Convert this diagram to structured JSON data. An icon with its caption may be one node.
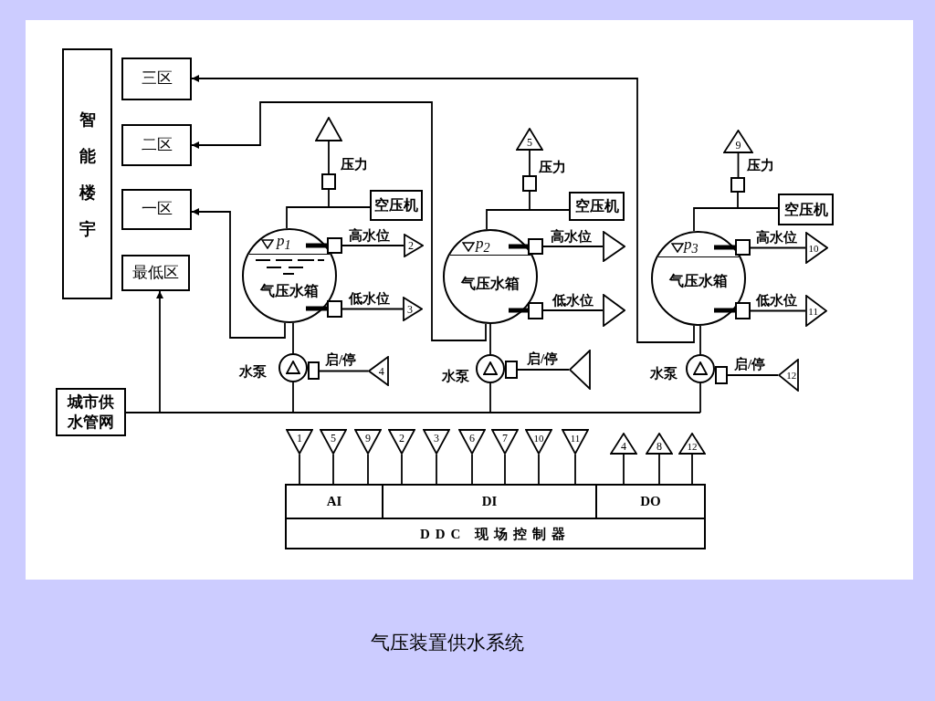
{
  "diagram": {
    "caption": "气压装置供水系统",
    "nodes": [
      {
        "text": [
          "智能楼宇"
        ]
      },
      {
        "text": [
          "三区"
        ]
      },
      {
        "text": [
          "二区"
        ]
      },
      {
        "text": [
          "一区"
        ]
      },
      {
        "text": [
          "最低区"
        ]
      },
      {
        "text": [
          "城市供水管网"
        ]
      },
      {
        "text": [],
        "shape": "triangle"
      },
      {
        "text": [],
        "shape": "box"
      },
      {
        "text": [
          "空压机"
        ]
      },
      {
        "text": [
          "p$_{1}$",
          "气压水箱"
        ]
      },
      {
        "text": [],
        "shape": "box"
      },
      {
        "text": [
          "2"
        ]
      },
      {
        "text": [],
        "shape": "box"
      },
      {
        "text": [
          "3"
        ]
      },
      {
        "text": [],
        "shape": "circle",
        "beside": [
          "水泵"
        ]
      },
      {
        "text": [],
        "shape": "box"
      },
      {
        "text": [
          "4"
        ]
      },
      {
        "text": [
          "5"
        ]
      },
      {
        "text": [],
        "shape": "box"
      },
      {
        "text": [
          "空压机"
        ]
      },
      {
        "text": [
          "p$_{2}$",
          "气压水箱"
        ]
      },
      {
        "text": [],
        "shape": "box"
      },
      {
        "text": [],
        "shape": "triangle"
      },
      {
        "text": [],
        "shape": "box"
      },
      {
        "text": [],
        "shape": "triangle"
      },
      {
        "text": [],
        "shape": "circle",
        "beside": [
          "水泵"
        ]
      },
      {
        "text": [],
        "shape": "box"
      },
      {
        "text": [],
        "shape": "triangle"
      },
      {
        "text": [
          "9"
        ]
      },
      {
        "text": [],
        "shape": "box"
      },
      {
        "text": [
          "空压机"
        ]
      },
      {
        "text": [
          "p$_{3}$",
          "气压水箱"
        ]
      },
      {
        "text": [],
        "shape": "box"
      },
      {
        "text": [
          "10"
        ]
      },
      {
        "text": [],
        "shape": "box"
      },
      {
        "text": [
          "11"
        ]
      },
      {
        "text": [],
        "shape": "circle",
        "beside": [
          "水泵"
        ]
      },
      {
        "text": [],
        "shape": "box"
      },
      {
        "text": [
          "12"
        ]
      },
      {
        "text": [
          "1"
        ]
      },
      {
        "text": [
          "5"
        ]
      },
      {
        "text": [
          "9"
        ]
      },
      {
        "text": [
          "2"
        ]
      },
      {
        "text": [
          "3"
        ]
      },
      {
        "text": [
          "6"
        ]
      },
      {
        "text": [
          "7"
        ]
      },
      {
        "text": [
          "10"
        ]
      },
      {
        "text": [
          "11"
        ]
      },
      {
        "text": [
          "4"
        ]
      },
      {
        "text": [
          "8"
        ]
      },
      {
        "text": [
          "12"
        ]
      },
      {
        "text": [
          "DDC 现场控制器"
        ]
      },
      {
        "text": [
          "AI"
        ],
        "in": 51
      },
      {
        "text": [
          "DI"
        ],
        "in": 51
      },
      {
        "text": [
          "DO"
        ],
        "in": 51
      }
    ],
    "edges": [
      {
        "from": 5,
        "to": 4,
        "arrow": "to"
      },
      {
        "from": 5,
        "to": 14,
        "arrow": "none"
      },
      {
        "from": 5,
        "to": 25,
        "arrow": "none"
      },
      {
        "from": 5,
        "to": 36,
        "arrow": "none"
      },
      {
        "from": 14,
        "to": 9,
        "arrow": "none"
      },
      {
        "from": 9,
        "to": 3,
        "arrow": "to"
      },
      {
        "from": 9,
        "to": 8,
        "arrow": "none"
      },
      {
        "from": 9,
        "to": 7,
        "arrow": "none"
      },
      {
        "from": 7,
        "to": 6,
        "arrow": "none",
        "label": "压力"
      },
      {
        "from": 9,
        "to": 10,
        "arrow": "none",
        "style": "thick"
      },
      {
        "from": 10,
        "to": 11,
        "arrow": "none",
        "label": "高水位"
      },
      {
        "from": 9,
        "to": 12,
        "arrow": "none",
        "style": "thick"
      },
      {
        "from": 12,
        "to": 13,
        "arrow": "none",
        "label": "低水位"
      },
      {
        "from": 15,
        "to": 16,
        "arrow": "none",
        "label": "启/停"
      },
      {
        "from": 25,
        "to": 20,
        "arrow": "none"
      },
      {
        "from": 20,
        "to": 2,
        "arrow": "to"
      },
      {
        "from": 20,
        "to": 19,
        "arrow": "none"
      },
      {
        "from": 20,
        "to": 18,
        "arrow": "none"
      },
      {
        "from": 18,
        "to": 17,
        "arrow": "none",
        "label": "压力"
      },
      {
        "from": 20,
        "to": 21,
        "arrow": "none",
        "style": "thick"
      },
      {
        "from": 21,
        "to": 22,
        "arrow": "none",
        "label": "高水位"
      },
      {
        "from": 20,
        "to": 23,
        "arrow": "none",
        "style": "thick"
      },
      {
        "from": 23,
        "to": 24,
        "arrow": "none",
        "label": "低水位"
      },
      {
        "from": 26,
        "to": 27,
        "arrow": "none",
        "label": "启/停"
      },
      {
        "from": 36,
        "to": 31,
        "arrow": "none"
      },
      {
        "from": 31,
        "to": 1,
        "arrow": "to"
      },
      {
        "from": 31,
        "to": 30,
        "arrow": "none"
      },
      {
        "from": 31,
        "to": 29,
        "arrow": "none"
      },
      {
        "from": 29,
        "to": 28,
        "arrow": "none",
        "label": "压力"
      },
      {
        "from": 31,
        "to": 32,
        "arrow": "none",
        "style": "thick"
      },
      {
        "from": 32,
        "to": 33,
        "arrow": "none",
        "label": "高水位"
      },
      {
        "from": 31,
        "to": 34,
        "arrow": "none",
        "style": "thick"
      },
      {
        "from": 34,
        "to": 35,
        "arrow": "none",
        "label": "低水位"
      },
      {
        "from": 37,
        "to": 38,
        "arrow": "none",
        "label": "启/停"
      },
      {
        "from": 39,
        "to": 52,
        "arrow": "none"
      },
      {
        "from": 40,
        "to": 52,
        "arrow": "none"
      },
      {
        "from": 41,
        "to": 52,
        "arrow": "none"
      },
      {
        "from": 42,
        "to": 53,
        "arrow": "none"
      },
      {
        "from": 43,
        "to": 53,
        "arrow": "none"
      },
      {
        "from": 44,
        "to": 53,
        "arrow": "none"
      },
      {
        "from": 45,
        "to": 53,
        "arrow": "none"
      },
      {
        "from": 46,
        "to": 53,
        "arrow": "none"
      },
      {
        "from": 47,
        "to": 53,
        "arrow": "none"
      },
      {
        "from": 54,
        "to": 48,
        "arrow": "none"
      },
      {
        "from": 54,
        "to": 49,
        "arrow": "none"
      },
      {
        "from": 54,
        "to": 50,
        "arrow": "none"
      }
    ]
  }
}
